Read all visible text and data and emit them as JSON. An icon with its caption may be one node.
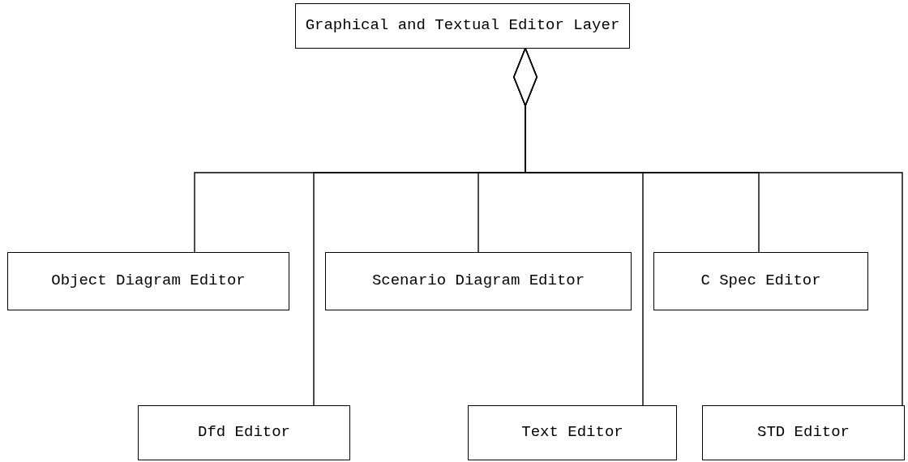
{
  "diagram": {
    "nodes": [
      {
        "text": [
          "Graphical and Textual Editor Layer"
        ]
      },
      {
        "text": [
          "Object Diagram Editor"
        ]
      },
      {
        "text": [
          "Scenario Diagram Editor"
        ]
      },
      {
        "text": [
          "C Spec Editor"
        ]
      },
      {
        "text": [
          "Dfd Editor"
        ]
      },
      {
        "text": [
          "Text Editor"
        ]
      },
      {
        "text": [
          "STD Editor"
        ]
      }
    ],
    "edges": [
      {
        "from": 0,
        "to": 1,
        "arrow": "other"
      },
      {
        "from": 0,
        "to": 4,
        "arrow": "other"
      },
      {
        "from": 0,
        "to": 2,
        "arrow": "other"
      },
      {
        "from": 0,
        "to": 5,
        "arrow": "other"
      },
      {
        "from": 0,
        "to": 3,
        "arrow": "other"
      },
      {
        "from": 0,
        "to": 6,
        "arrow": "other"
      }
    ]
  }
}
